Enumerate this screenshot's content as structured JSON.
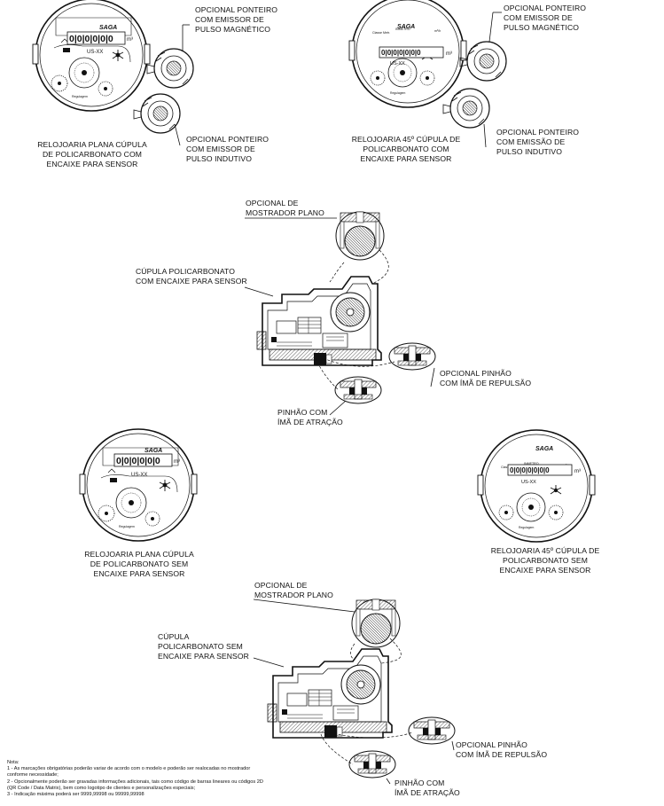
{
  "dials": {
    "top_left": {
      "brand": "SAGA",
      "digits": "0|0|0|0|0|0",
      "unit": "m³",
      "model": "US-XX"
    },
    "top_right": {
      "brand": "SAGA",
      "digits": "0|0|0|0|0|0|0",
      "unit": "m³",
      "model": "US-XX"
    },
    "mid_left": {
      "brand": "SAGA",
      "digits": "0|0|0|0|0|0",
      "unit": "m³",
      "model": "US-XX"
    },
    "mid_right": {
      "brand": "SAGA",
      "digits": "0|0|0|0|0|0|0",
      "unit": "m³",
      "model": "US-XX"
    }
  },
  "labels": {
    "tl_magnetic": [
      "OPCIONAL PONTEIRO",
      "COM EMISSOR DE",
      "PULSO MAGNÉTICO"
    ],
    "tl_inductive": [
      "OPCIONAL PONTEIRO",
      "COM EMISSOR DE",
      "PULSO INDUTIVO"
    ],
    "tl_caption": [
      "RELOJOARIA PLANA CÚPULA",
      "DE POLICARBONATO COM",
      "ENCAIXE PARA SENSOR"
    ],
    "tr_magnetic": [
      "OPCIONAL PONTEIRO",
      "COM EMISSOR DE",
      "PULSO MAGNÉTICO"
    ],
    "tr_inductive": [
      "OPCIONAL PONTEIRO",
      "COM EMISSÃO DE",
      "PULSO INDUTIVO"
    ],
    "tr_caption": [
      "RELOJOARIA 45º CÚPULA  DE",
      "POLICARBONATO COM",
      "ENCAIXE PARA SENSOR"
    ],
    "sec1_flat": [
      "OPCIONAL DE",
      "MOSTRADOR  PLANO"
    ],
    "sec1_dome": [
      "CÚPULA POLICARBONATO",
      "COM ENCAIXE PARA SENSOR"
    ],
    "sec1_repulsion": [
      "OPCIONAL PINHÃO",
      "COM ÍMÃ DE REPULSÃO"
    ],
    "sec1_attraction": [
      "PINHÃO COM",
      "ÍMÃ DE ATRAÇÃO"
    ],
    "ml_caption": [
      "RELOJOARIA PLANA CÚPULA",
      "DE POLICARBONATO SEM",
      "ENCAIXE PARA SENSOR"
    ],
    "mr_caption": [
      "RELOJOARIA 45º CÚPULA  DE",
      "POLICARBONATO  SEM",
      "ENCAIXE PARA SENSOR"
    ],
    "sec2_flat": [
      "OPCIONAL DE",
      "MOSTRADOR  PLANO"
    ],
    "sec2_dome": [
      "CÚPULA",
      "POLICARBONATO  SEM",
      "ENCAIXE PARA SENSOR"
    ],
    "sec2_repulsion": [
      "OPCIONAL PINHÃO",
      "COM ÍMÃ DE REPULSÃO"
    ],
    "sec2_attraction": [
      "PINHÃO COM",
      "ÍMÃ DE ATRAÇÃO"
    ]
  },
  "notes": [
    "Nota:",
    "1 - As marcações obrigatórias poderão variar de acordo com o modelo e poderão ser realocadas no mostrador",
    "conforme necessidade;",
    "2 - Opcionalmente poderão ser gravadas informações adicionais, tais como código de barras lineares ou códigos 2D",
    "(QR Code / Data Matrix), bem como logotipo de clientes e personalizações especiais;",
    "3 - Indicação máxima poderá ser 9999,99998 ou 99999,99998"
  ],
  "colors": {
    "line": "#1a1a1a",
    "hatch": "#444444",
    "background": "#ffffff"
  }
}
